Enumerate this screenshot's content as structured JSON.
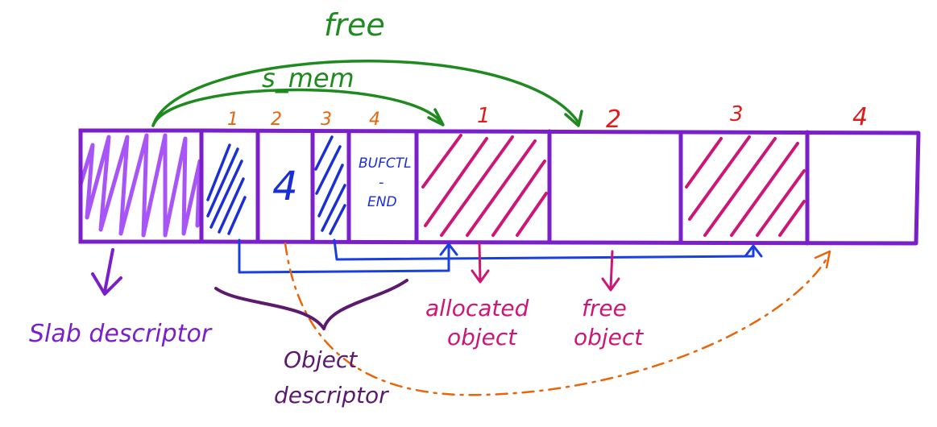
{
  "labels": {
    "free_top": "free",
    "s_mem": "s_mem",
    "descriptor_indices": [
      "1",
      "2",
      "3",
      "4"
    ],
    "object_indices": [
      "1",
      "2",
      "3",
      "4"
    ],
    "cell_value": "4",
    "bufctl_line1": "BUFCTL",
    "bufctl_line2": "-",
    "bufctl_line3": "END",
    "slab_descriptor": "Slab descriptor",
    "object_descriptor_line1": "Object",
    "object_descriptor_line2": "descriptor",
    "allocated_line1": "allocated",
    "allocated_line2": "object",
    "free_obj_line1": "free",
    "free_obj_line2": "object"
  },
  "colors": {
    "frame": "#7a1fc9",
    "slab_hatch": "#a855f7",
    "descriptor_hatch": "#1a2fd6",
    "object_hatch": "#cc1777",
    "green": "#1f8a1f",
    "orange": "#e8650a",
    "red": "#e01b1b",
    "blue_arrow": "#1a3fe0",
    "brace": "#5c1a6e",
    "slab_label": "#7a1fc9",
    "object_descriptor_label": "#5c1a6e",
    "allocated_label": "#cc1777",
    "free_label": "#cc1777"
  }
}
